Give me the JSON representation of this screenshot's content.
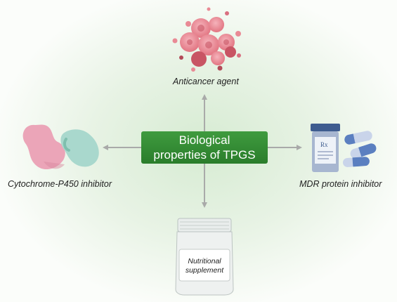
{
  "center": {
    "line1": "Biological",
    "line2": "properties of TPGS"
  },
  "nodes": {
    "top": "Anticancer agent",
    "left": "Cytochrome-P450 inhibitor",
    "right": "MDR protein inhibitor",
    "bottom_line1": "Nutritional",
    "bottom_line2": "supplement"
  },
  "pill_label": "Rx",
  "colors": {
    "center_box": "#3a933a",
    "arrow": "#a9aaa9",
    "cells": "#e98a95",
    "enzyme_pink": "#eba5b8",
    "enzyme_teal": "#a9d8cd",
    "pills_blue": "#5b7fc0",
    "bottle_body": "#a7b6d0"
  },
  "icons": [
    "cancer-cells-icon",
    "enzyme-icon",
    "pill-bottle-icon",
    "capsules-icon",
    "supplement-jar-icon"
  ]
}
